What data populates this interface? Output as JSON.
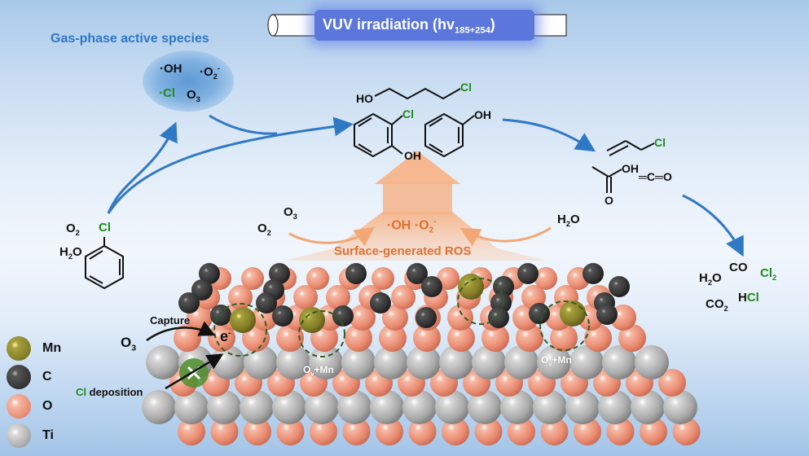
{
  "header": {
    "vuv_label": "VUV irradiation (hv",
    "vuv_sub": "185+254",
    "vuv_close": ")"
  },
  "gas_phase": {
    "title": "Gas-phase active species",
    "species": [
      {
        "text": "·OH"
      },
      {
        "text": "·O",
        "sub": "2",
        "sup": "-"
      },
      {
        "text": "·Cl",
        "color": "green"
      },
      {
        "text": "O",
        "sub": "3"
      }
    ]
  },
  "reactants": {
    "o2": {
      "text": "O",
      "sub": "2"
    },
    "h2o": {
      "text": "H",
      "sub": "2",
      "tail": "O"
    },
    "chlorobenzene_cl": "Cl"
  },
  "intermediates": {
    "chlorobutanol": {
      "ho": "HO",
      "cl": "Cl"
    },
    "chlorophenol": {
      "cl": "Cl",
      "oh": "OH"
    },
    "phenol": {
      "oh": "OH"
    },
    "allyl_chloride": {
      "cl": "Cl"
    },
    "acetic_acid": {
      "oh": "OH",
      "o": "O"
    },
    "ketene": {
      "text": "═C═O"
    }
  },
  "products": {
    "co": "CO",
    "cl2": {
      "text": "Cl",
      "sub": "2"
    },
    "h2o": {
      "text": "H",
      "sub": "2",
      "tail": "O"
    },
    "co2": {
      "text": "CO",
      "sub": "2"
    },
    "hcl": {
      "h": "H",
      "cl": "Cl"
    }
  },
  "surface": {
    "o3": {
      "text": "O",
      "sub": "3"
    },
    "o2": {
      "text": "O",
      "sub": "2"
    },
    "h2o": {
      "text": "H",
      "sub": "2",
      "tail": "O"
    },
    "ros_species": {
      "oh": "·OH ·O",
      "sub": "2",
      "sup": "-"
    },
    "ros_label": "Surface-generated ROS",
    "capture_label": "Capture",
    "o3_capture": {
      "text": "O",
      "sub": "3"
    },
    "electron": {
      "text": "e",
      "sup": "-"
    },
    "cl_deposition": {
      "cl": "Cl",
      "rest": " deposition"
    },
    "ov_mn_labels": [
      {
        "text": "O",
        "sub": "v",
        "tail": "+Mn"
      },
      {
        "text": "O",
        "sub": "v",
        "tail": "+Mn"
      }
    ]
  },
  "legend": {
    "items": [
      {
        "label": "Mn",
        "color": "#8a8328"
      },
      {
        "label": "C",
        "color": "#3a3a3a"
      },
      {
        "label": "O",
        "color": "#ee9a82"
      },
      {
        "label": "Ti",
        "color": "#bdbdbd"
      }
    ]
  },
  "colors": {
    "arrow_blue": "#2f78c4",
    "ros_orange": "#f2b690",
    "cl_green": "#1f8a1f"
  }
}
